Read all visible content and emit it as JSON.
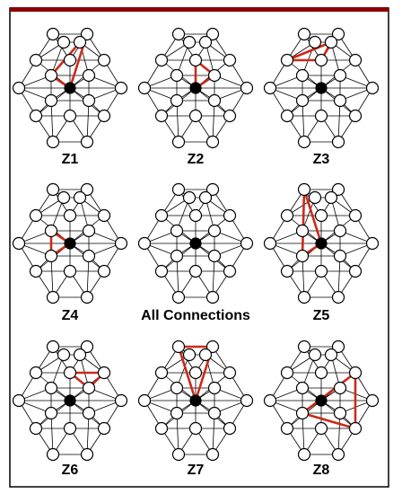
{
  "colors": {
    "border": "#8a0000",
    "lines": "#000000",
    "highlight": "#cc2a1a",
    "node_fill": "#ffffff",
    "center_fill": "#000000"
  },
  "panels": [
    {
      "label": "Z1",
      "highlight": [
        [
          "a1",
          "a3"
        ],
        [
          "a3",
          "c"
        ],
        [
          "c",
          "a1"
        ]
      ]
    },
    {
      "label": "Z2",
      "highlight": [
        [
          "c",
          "b1"
        ],
        [
          "b1",
          "a2"
        ],
        [
          "a2",
          "c"
        ]
      ]
    },
    {
      "label": "Z3",
      "highlight": [
        [
          "u1",
          "b0"
        ],
        [
          "b0",
          "b1"
        ],
        [
          "b1",
          "u1"
        ]
      ]
    },
    {
      "label": "Z4",
      "highlight": [
        [
          "c",
          "b3"
        ],
        [
          "b3",
          "a3"
        ],
        [
          "a3",
          "c"
        ]
      ]
    },
    {
      "label": "All Connections",
      "highlight": []
    },
    {
      "label": "Z5",
      "highlight": [
        [
          "a0",
          "b3"
        ],
        [
          "b3",
          "c"
        ],
        [
          "c",
          "a0"
        ]
      ]
    },
    {
      "label": "Z6",
      "highlight": [
        [
          "b1",
          "b2"
        ],
        [
          "b2",
          "a2"
        ],
        [
          "a2",
          "b1"
        ]
      ]
    },
    {
      "label": "Z7",
      "highlight": [
        [
          "a0",
          "a1"
        ],
        [
          "a1",
          "c"
        ],
        [
          "c",
          "a0"
        ]
      ]
    },
    {
      "label": "Z8",
      "highlight": [
        [
          "b2",
          "d2"
        ],
        [
          "d2",
          "b3"
        ],
        [
          "b3",
          "b2"
        ]
      ]
    }
  ]
}
